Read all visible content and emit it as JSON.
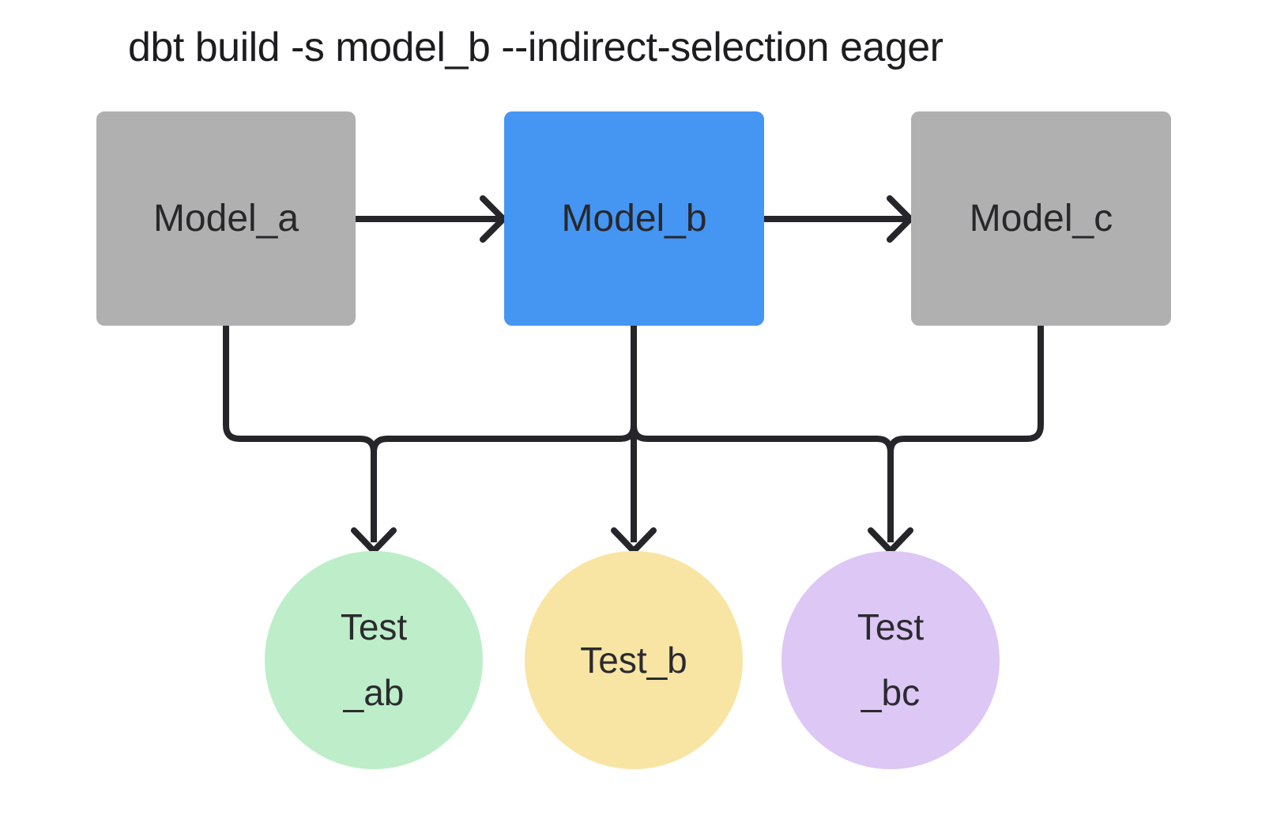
{
  "title": "dbt build -s model_b --indirect-selection eager",
  "nodes": {
    "model_a": {
      "label": "Model_a",
      "type": "model",
      "highlighted": false
    },
    "model_b": {
      "label": "Model_b",
      "type": "model",
      "highlighted": true
    },
    "model_c": {
      "label": "Model_c",
      "type": "model",
      "highlighted": false
    },
    "test_ab": {
      "lines": [
        "Test",
        "_ab"
      ],
      "type": "test"
    },
    "test_b": {
      "lines": [
        "Test_b"
      ],
      "type": "test"
    },
    "test_bc": {
      "lines": [
        "Test",
        "_bc"
      ],
      "type": "test"
    }
  },
  "edges": [
    {
      "from": "model_a",
      "to": "model_b",
      "style": "arrow-right"
    },
    {
      "from": "model_b",
      "to": "model_c",
      "style": "arrow-right"
    },
    {
      "from": "model_a",
      "to": "test_ab",
      "style": "arrow-down"
    },
    {
      "from": "model_b",
      "to": "test_ab",
      "style": "arrow-down"
    },
    {
      "from": "model_b",
      "to": "test_b",
      "style": "arrow-down"
    },
    {
      "from": "model_b",
      "to": "test_bc",
      "style": "arrow-down"
    },
    {
      "from": "model_c",
      "to": "test_bc",
      "style": "arrow-down"
    }
  ],
  "colors": {
    "background": "#ffffff",
    "title_color": "#1d1d1f",
    "model_default_fill": "#b0b0b0",
    "model_selected_fill": "#4595f3",
    "model_text_dark": "#28282b",
    "model_text_light": "#ffffff",
    "test_ab_fill": "#bdeec9",
    "test_b_fill": "#f8e5a4",
    "test_bc_fill": "#dcc7f5",
    "test_text": "#2b2b2f",
    "edge_color": "#26262a"
  }
}
